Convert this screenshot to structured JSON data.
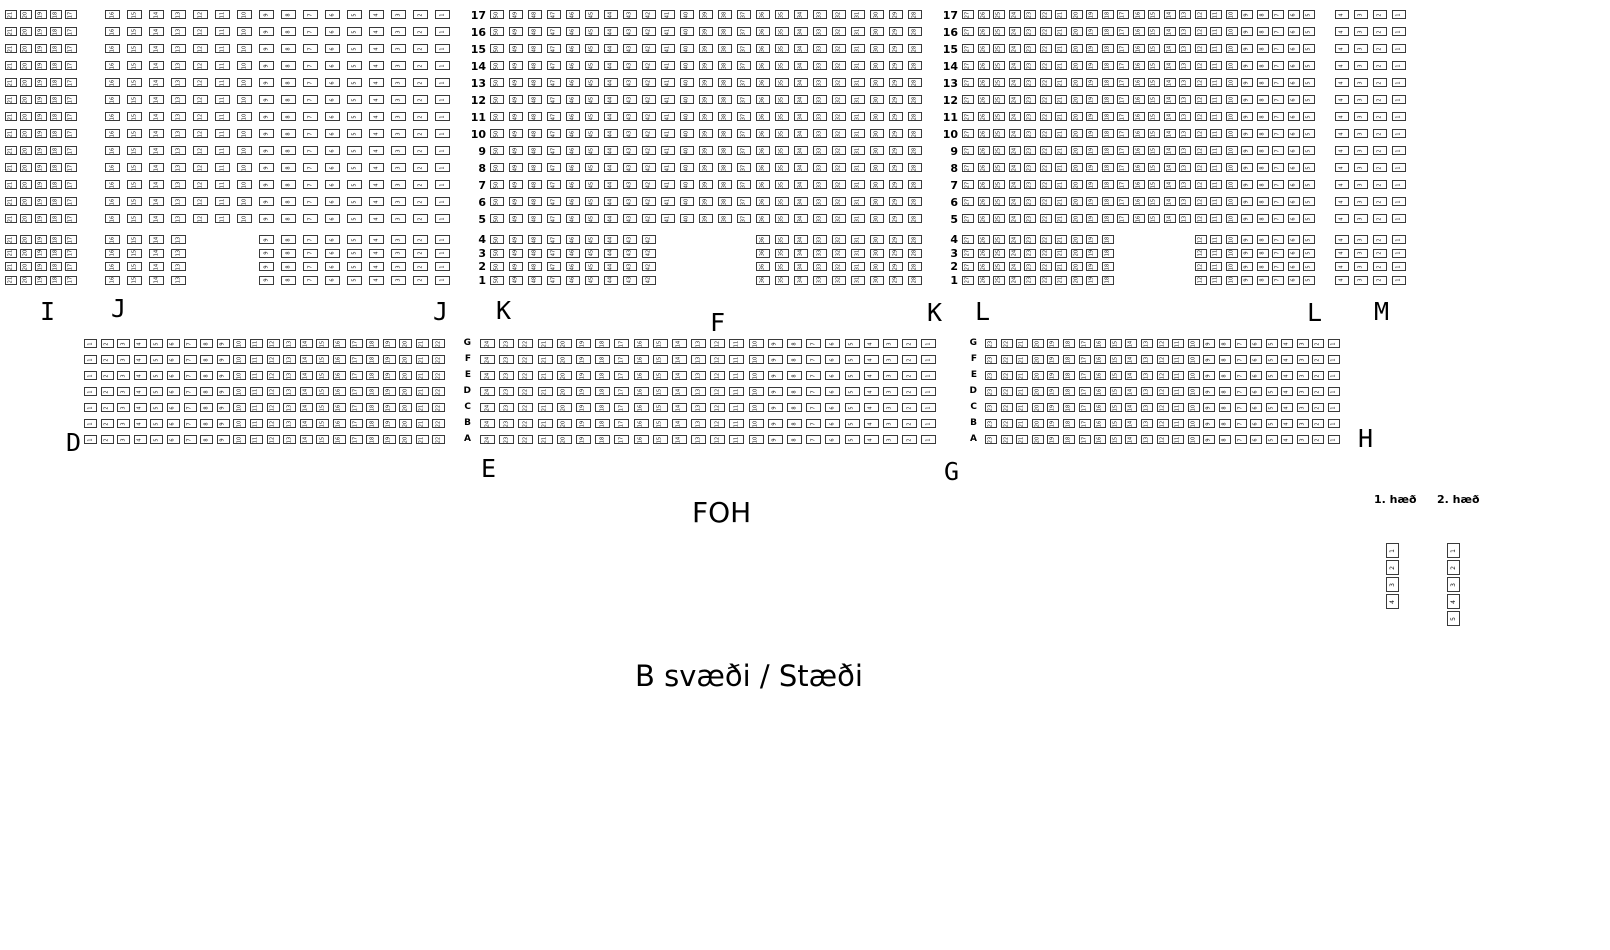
{
  "title": "B svæði / Stæði",
  "colors": {
    "background": "#ffffff",
    "seat_border": "#3a3a3a",
    "text": "#000000"
  },
  "labels": {
    "i": "I",
    "j_left": "J",
    "j_right": "J",
    "k_left": "K",
    "k_right": "K",
    "f": "F",
    "l_left": "L",
    "l_right": "L",
    "m": "M",
    "d": "D",
    "e": "E",
    "g": "G",
    "h": "H",
    "foh": "FOH",
    "area": "B svæði / Stæði"
  },
  "row_numbers": [
    "17",
    "16",
    "15",
    "14",
    "13",
    "12",
    "11",
    "10",
    "9",
    "8",
    "7",
    "6",
    "5",
    "4",
    "3",
    "2",
    "1"
  ],
  "row_letters": [
    "G",
    "F",
    "E",
    "D",
    "C",
    "B",
    "A"
  ],
  "sections": {
    "I": {
      "upper_rows": 13,
      "lower_rows": 4,
      "upper_ranges": [
        [
          21,
          17
        ]
      ],
      "lower_ranges": [
        [
          21,
          17
        ]
      ]
    },
    "J": {
      "upper_rows": 13,
      "lower_rows": 4,
      "upper_ranges": [
        [
          16,
          1
        ]
      ],
      "lower_ranges": [
        [
          16,
          13
        ],
        [
          9,
          1
        ]
      ]
    },
    "K": {
      "upper_rows": 13,
      "lower_rows": 4,
      "upper_ranges": [
        [
          50,
          28
        ]
      ],
      "lower_ranges": [
        [
          50,
          42
        ],
        [
          36,
          28
        ]
      ]
    },
    "L": {
      "upper_rows": 13,
      "lower_rows": 4,
      "upper_ranges": [
        [
          27,
          5
        ]
      ],
      "lower_ranges": [
        [
          27,
          18
        ],
        [
          12,
          5
        ]
      ]
    },
    "M": {
      "upper_rows": 13,
      "lower_rows": 4,
      "upper_ranges": [
        [
          4,
          1
        ]
      ],
      "lower_ranges": [
        [
          4,
          1
        ]
      ]
    },
    "D": {
      "upper_rows": 7,
      "lower_rows": 0,
      "upper_ranges": [
        [
          1,
          22
        ]
      ],
      "lower_ranges": []
    },
    "E": {
      "upper_rows": 7,
      "lower_rows": 0,
      "upper_ranges": [
        [
          24,
          1
        ]
      ],
      "lower_ranges": []
    },
    "G": {
      "upper_rows": 7,
      "lower_rows": 0,
      "upper_ranges": [
        [
          23,
          1
        ]
      ],
      "lower_ranges": []
    }
  },
  "floors": [
    {
      "label": "1. hæð",
      "cells": [
        "1",
        "2",
        "3",
        "4"
      ]
    },
    {
      "label": "2. hæð",
      "cells": [
        "1",
        "2",
        "3",
        "4",
        "5"
      ]
    }
  ]
}
